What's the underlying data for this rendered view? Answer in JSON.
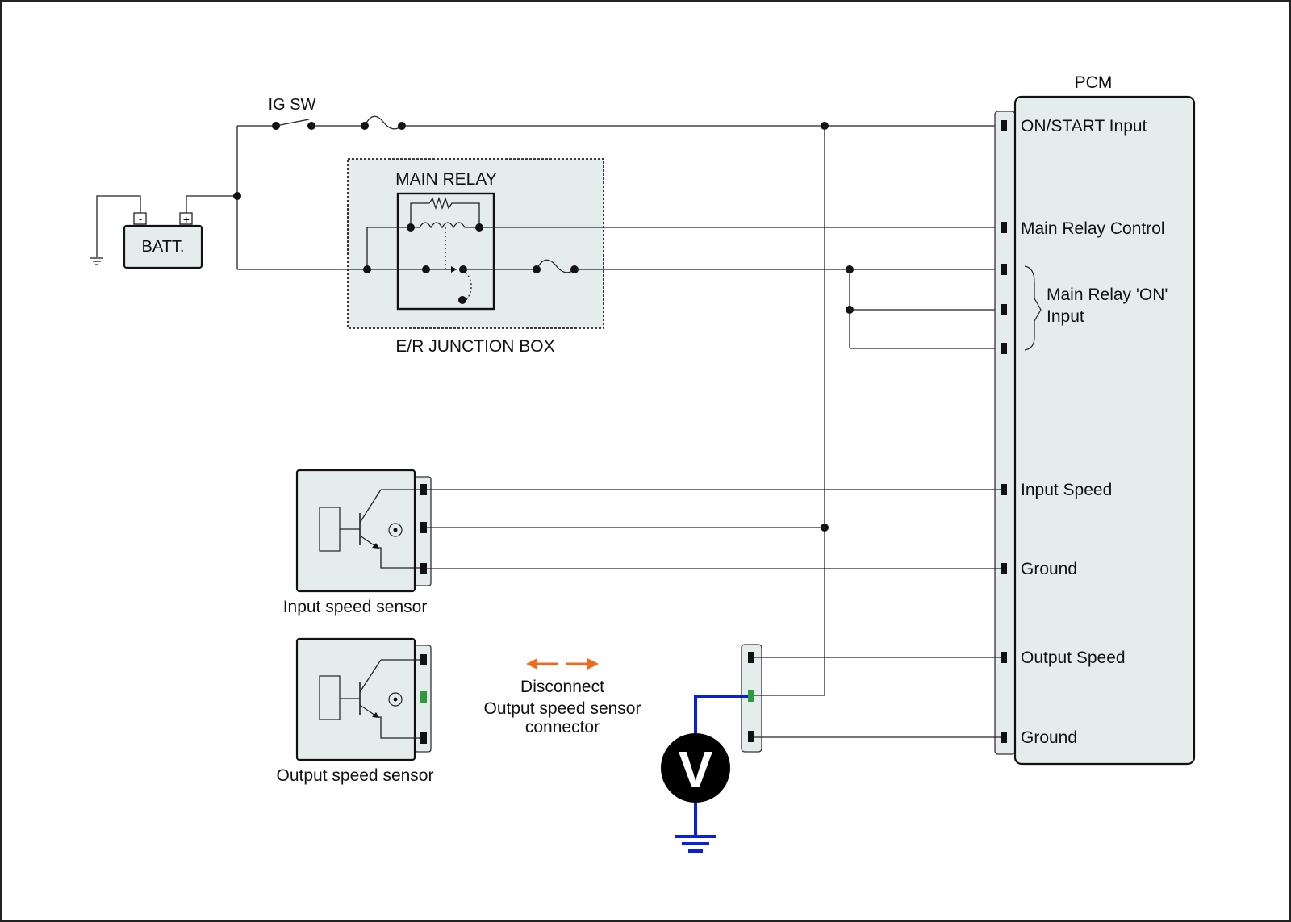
{
  "labels": {
    "ig_sw": "IG SW",
    "batt": "BATT.",
    "batt_minus": "-",
    "batt_plus": "+",
    "main_relay": "MAIN RELAY",
    "junction_box": "E/R JUNCTION BOX",
    "pcm": "PCM",
    "input_sensor": "Input speed sensor",
    "output_sensor": "Output speed sensor",
    "disconnect_1": "Disconnect",
    "disconnect_2": "Output speed sensor",
    "disconnect_3": "connector",
    "voltmeter": "V"
  },
  "pcm_pins": {
    "on_start": "ON/START Input",
    "main_relay_control": "Main Relay Control",
    "main_relay_on_1": "Main Relay 'ON'",
    "main_relay_on_2": "Input",
    "input_speed": "Input Speed",
    "ground_1": "Ground",
    "output_speed": "Output Speed",
    "ground_2": "Ground"
  },
  "colors": {
    "panel_fill": "#e5ecec",
    "meter_lead": "#0a1fd6",
    "disconnect_arrow": "#ee6a1c",
    "highlighted_pin": "#2e9a3a"
  }
}
